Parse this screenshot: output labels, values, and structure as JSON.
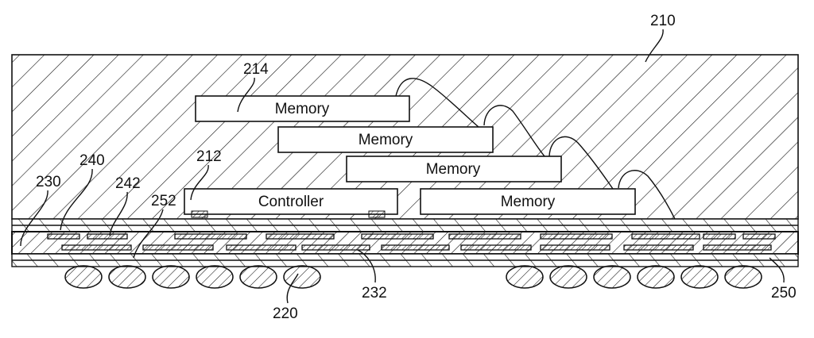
{
  "figure": {
    "type": "semiconductor package cross-section",
    "chips": [
      {
        "id": "memory-1",
        "label": "Memory"
      },
      {
        "id": "memory-2",
        "label": "Memory"
      },
      {
        "id": "memory-3",
        "label": "Memory"
      },
      {
        "id": "memory-4",
        "label": "Memory"
      },
      {
        "id": "controller",
        "label": "Controller"
      }
    ],
    "reference_numerals": {
      "mold": "210",
      "controller": "212",
      "memory_stack": "214",
      "solder_ball": "220",
      "substrate_core": "230",
      "inner_trace": "232",
      "redistribution_layer": "240",
      "trace": "242",
      "bottom_layer": "250",
      "via": "252"
    },
    "solder_ball_count": 12,
    "wire_bond_count": 4
  }
}
